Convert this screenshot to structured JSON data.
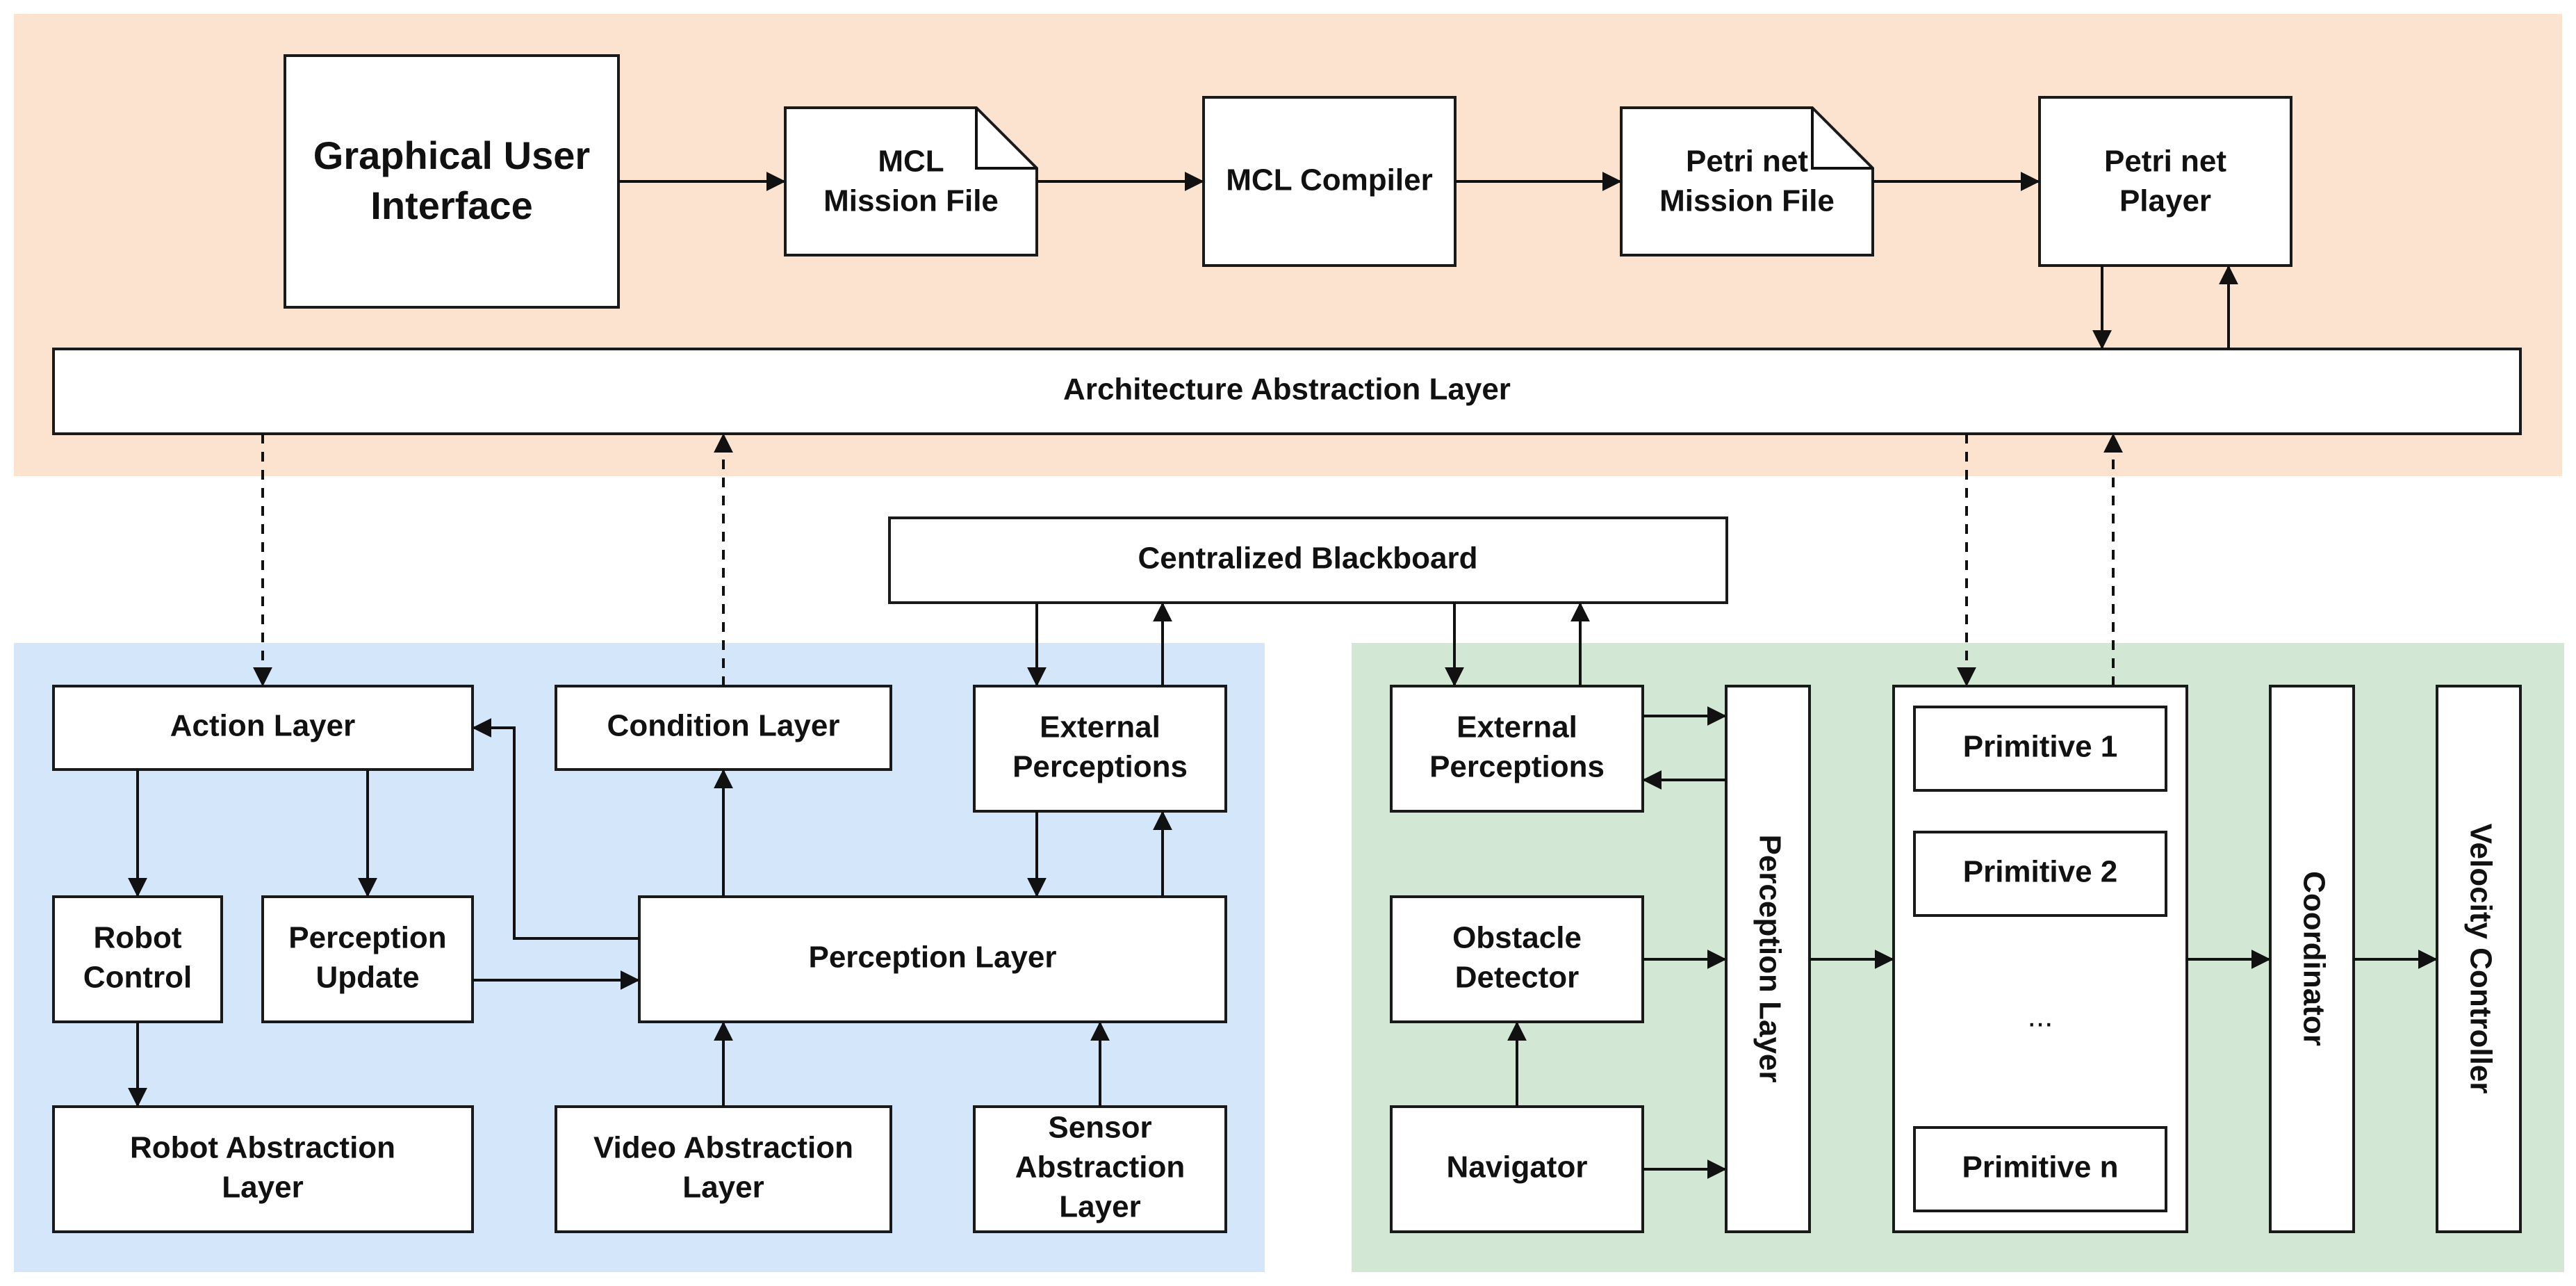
{
  "colors": {
    "mission_zone": "#fbe3cf",
    "ros_zone": "#d3e6fa",
    "behavior_zone": "#d2e8d4",
    "box_fill": "#ffffff",
    "stroke": "#111111"
  },
  "nodes": {
    "gui": {
      "line1": "Graphical User",
      "line2": "Interface"
    },
    "mcl_file": {
      "line1": "MCL",
      "line2": "Mission File"
    },
    "mcl_compiler": {
      "label": "MCL Compiler"
    },
    "petri_file": {
      "line1": "Petri net",
      "line2": "Mission File"
    },
    "petri_player": {
      "line1": "Petri net",
      "line2": "Player"
    },
    "arch_layer": {
      "label": "Architecture Abstraction Layer"
    },
    "blackboard": {
      "label": "Centralized Blackboard"
    },
    "action_layer": {
      "label": "Action Layer"
    },
    "condition_layer": {
      "label": "Condition Layer"
    },
    "ext_perc_left": {
      "line1": "External",
      "line2": "Perceptions"
    },
    "robot_control": {
      "line1": "Robot",
      "line2": "Control"
    },
    "perception_update": {
      "line1": "Perception",
      "line2": "Update"
    },
    "perception_layer_left": {
      "label": "Perception Layer"
    },
    "robot_abs": {
      "line1": "Robot Abstraction",
      "line2": "Layer"
    },
    "video_abs": {
      "line1": "Video Abstraction",
      "line2": "Layer"
    },
    "sensor_abs": {
      "line1": "Sensor",
      "line2": "Abstraction",
      "line3": "Layer"
    },
    "ext_perc_right": {
      "line1": "External",
      "line2": "Perceptions"
    },
    "obstacle_detector": {
      "line1": "Obstacle",
      "line2": "Detector"
    },
    "navigator": {
      "label": "Navigator"
    },
    "perception_layer_right": {
      "label": "Perception Layer"
    },
    "primitive_1": {
      "label": "Primitive 1"
    },
    "primitive_2": {
      "label": "Primitive 2"
    },
    "primitive_ellipsis": {
      "label": "..."
    },
    "primitive_n": {
      "label": "Primitive n"
    },
    "coordinator": {
      "label": "Coordinator"
    },
    "velocity_controller": {
      "label": "Velocity Controller"
    }
  }
}
